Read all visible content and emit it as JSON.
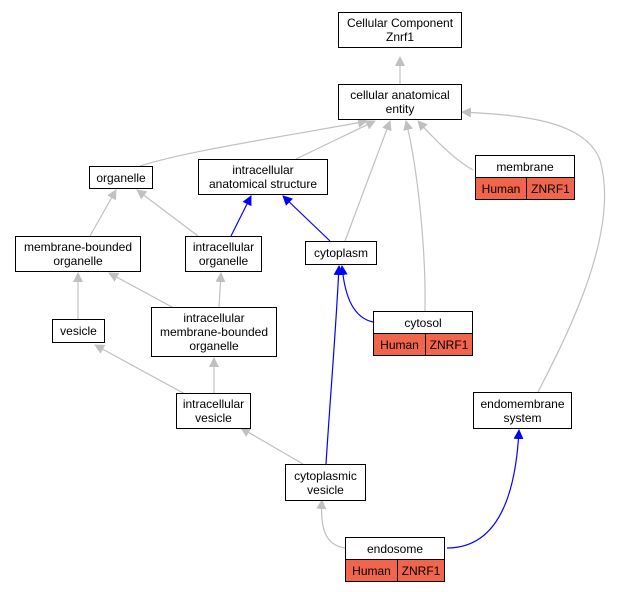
{
  "colors": {
    "edge_gray": "#c0c0c0",
    "edge_blue": "#0000ff",
    "annotation_fill": "#f0654c"
  },
  "nodes": {
    "root": [
      "Cellular Component",
      "Znrf1"
    ],
    "cellular_anatomical_entity": [
      "cellular anatomical",
      "entity"
    ],
    "organelle": [
      "organelle"
    ],
    "intracellular_anatomical_structure": [
      "intracellular",
      "anatomical structure"
    ],
    "membrane": [
      "membrane"
    ],
    "membrane_bounded_organelle": [
      "membrane-bounded",
      "organelle"
    ],
    "intracellular_organelle": [
      "intracellular",
      "organelle"
    ],
    "cytoplasm": [
      "cytoplasm"
    ],
    "vesicle": [
      "vesicle"
    ],
    "intracellular_membrane_bounded_organelle": [
      "intracellular",
      "membrane-bounded",
      "organelle"
    ],
    "cytosol": [
      "cytosol"
    ],
    "intracellular_vesicle": [
      "intracellular",
      "vesicle"
    ],
    "endomembrane_system": [
      "endomembrane",
      "system"
    ],
    "cytoplasmic_vesicle": [
      "cytoplasmic",
      "vesicle"
    ],
    "endosome": [
      "endosome"
    ]
  },
  "annotations": {
    "membrane": [
      "Human",
      "ZNRF1"
    ],
    "cytosol": [
      "Human",
      "ZNRF1"
    ],
    "endosome": [
      "Human",
      "ZNRF1"
    ]
  }
}
